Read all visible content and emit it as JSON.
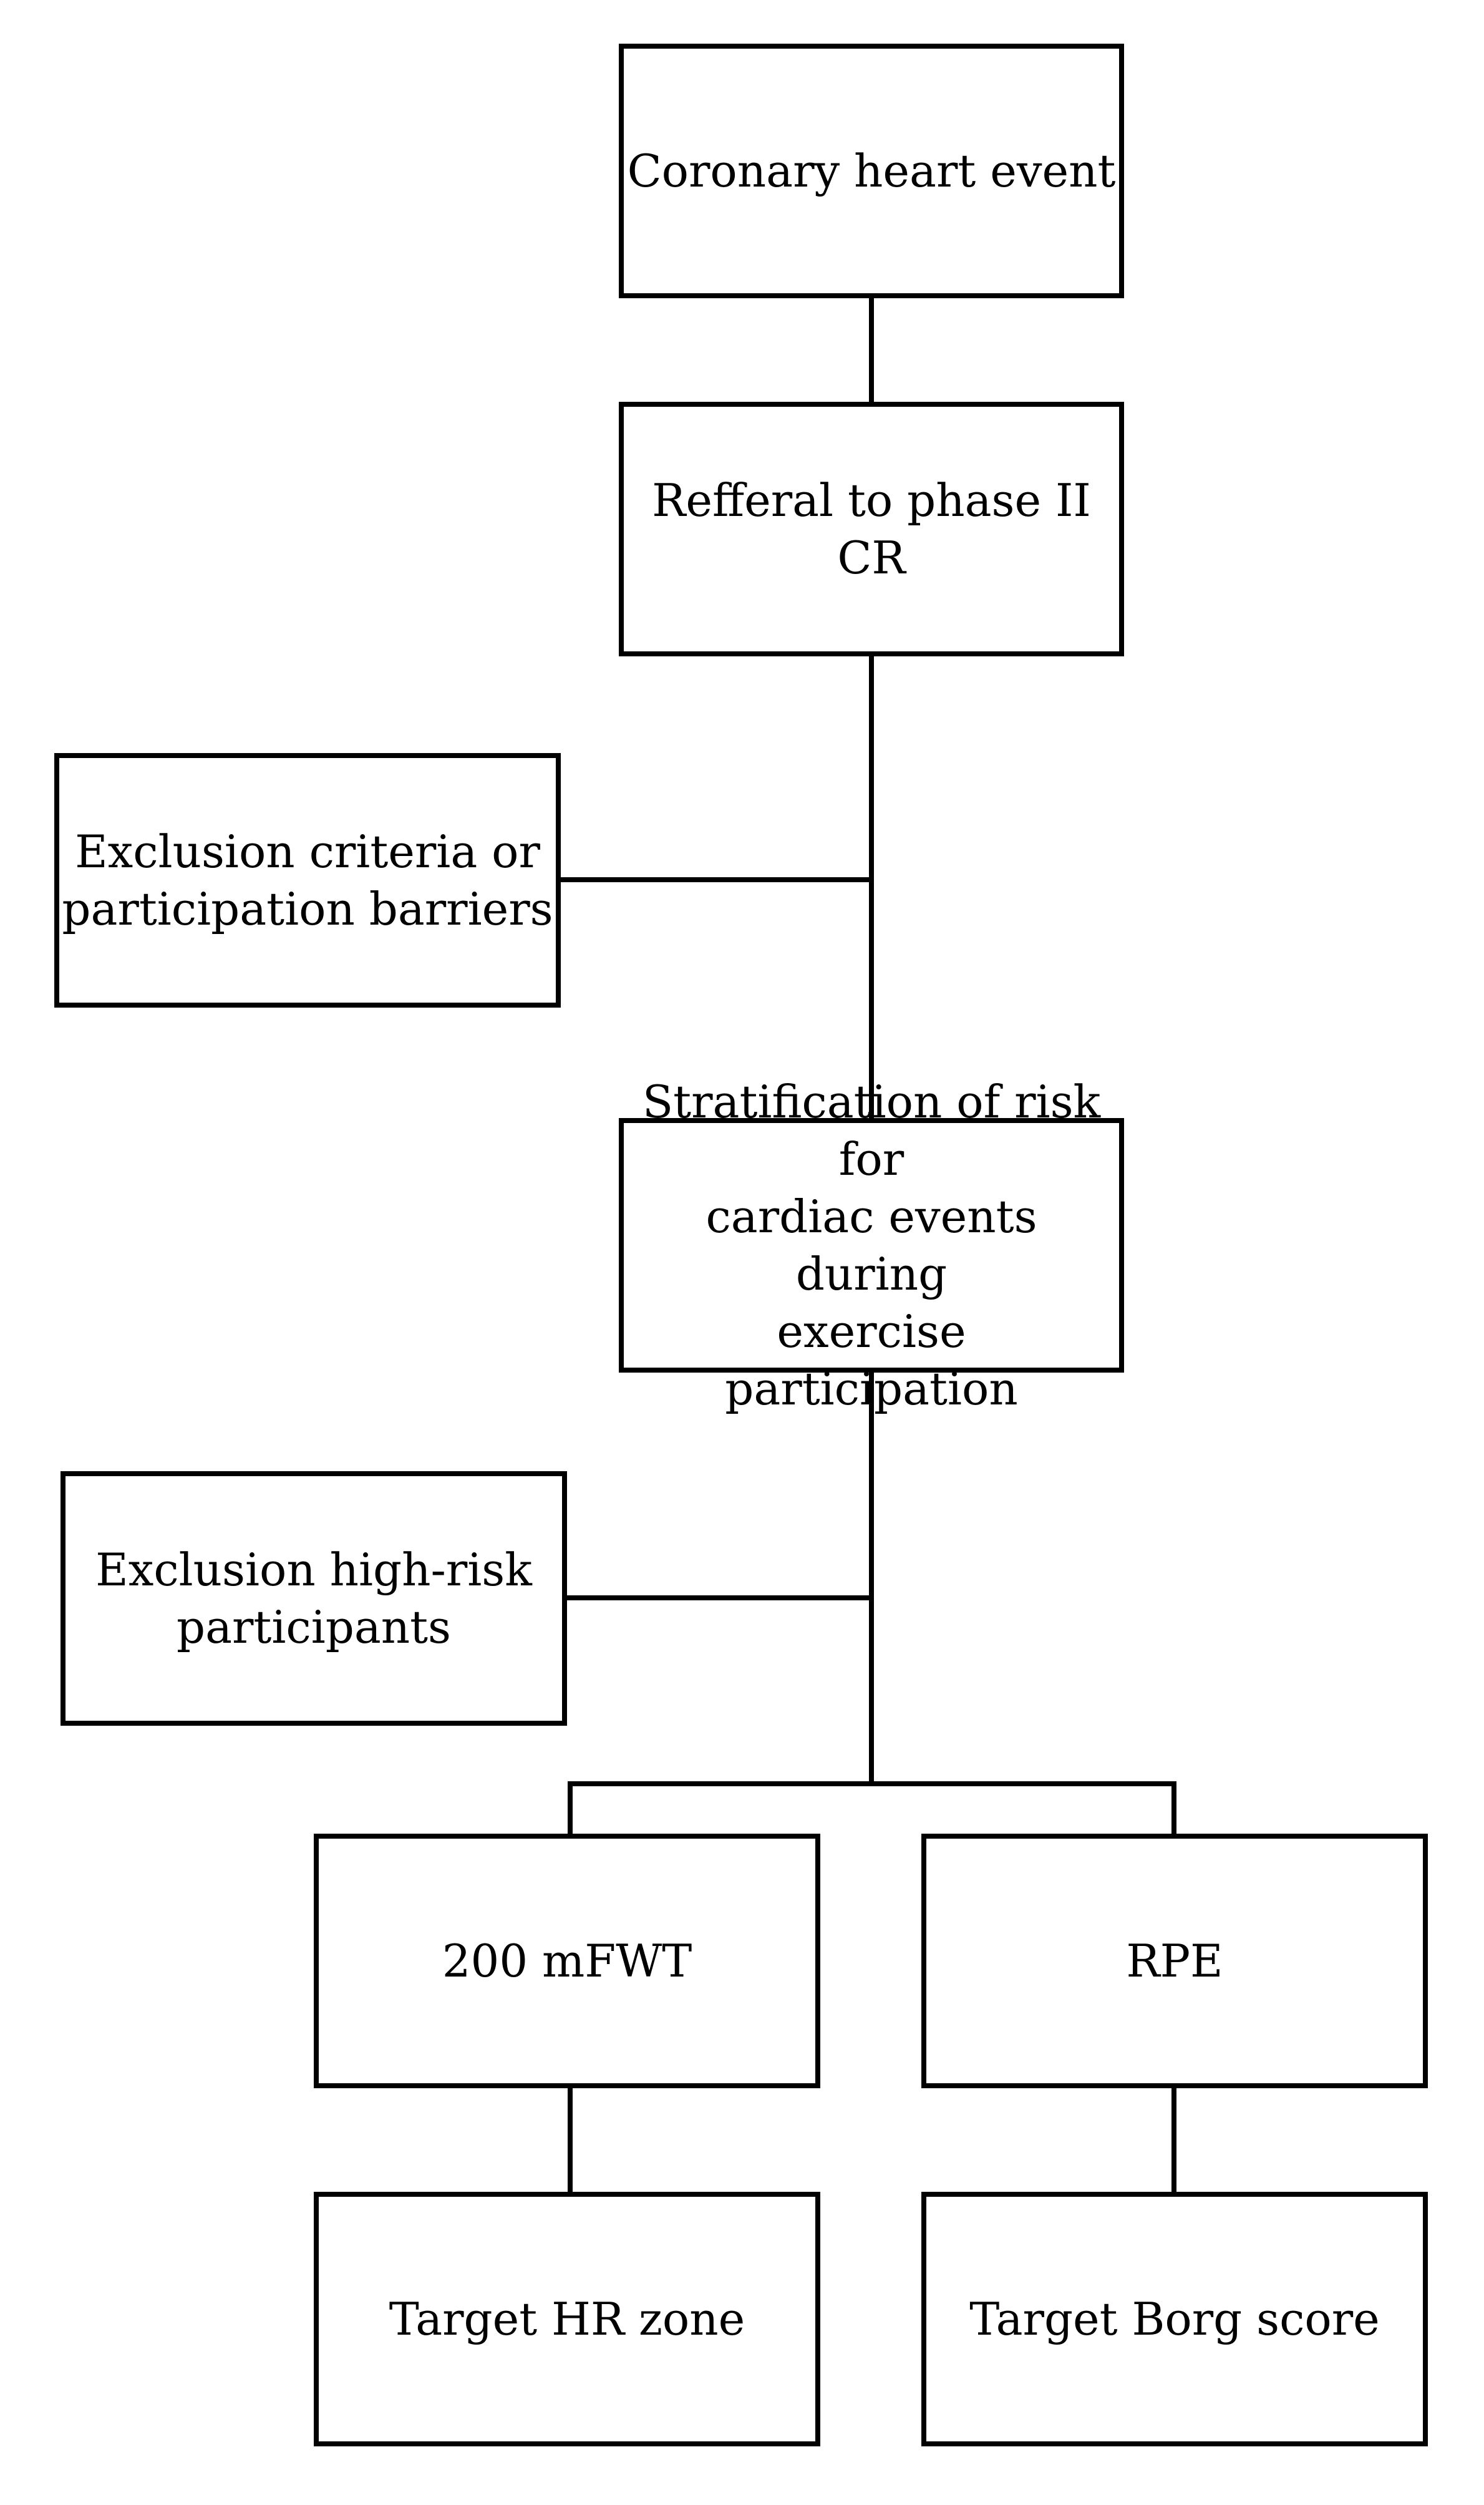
{
  "flowchart": {
    "nodes": {
      "coronary_event": "Coronary heart event",
      "referral": "Refferal to phase II CR",
      "exclusion_criteria": {
        "line1": "Exclusion criteria or",
        "line2": "participation barriers"
      },
      "risk_stratification": {
        "line1": "Stratification of risk for",
        "line2": "cardiac events during",
        "line3": "exercise participation"
      },
      "exclusion_high_risk": {
        "line1": "Exclusion high-risk",
        "line2": "participants"
      },
      "fwt": "200 mFWT",
      "rpe": "RPE",
      "target_hr": "Target HR zone",
      "target_borg": "Target Borg score"
    },
    "colors": {
      "line": "#000000",
      "box_border": "#000000",
      "background": "#ffffff"
    }
  }
}
